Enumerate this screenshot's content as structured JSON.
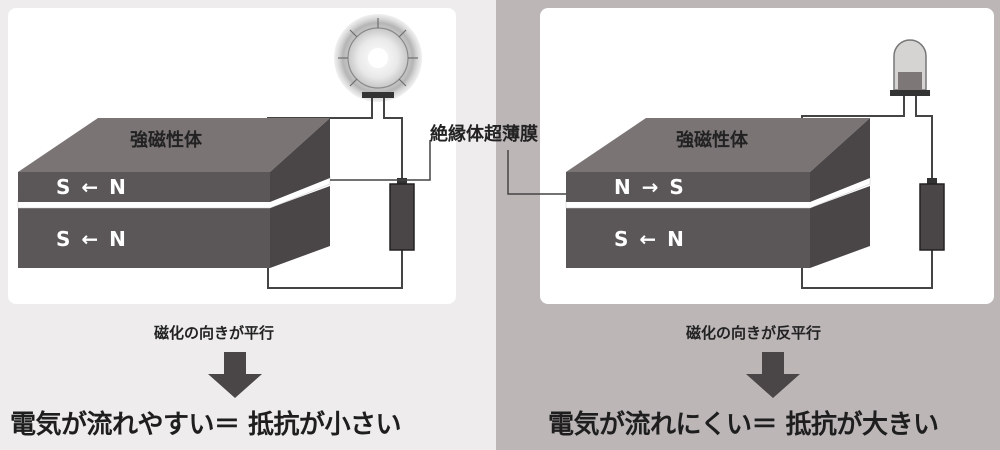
{
  "left_panel": {
    "material_label": "強磁性体",
    "layer_top_label": "S ← N",
    "layer_bottom_label": "S ← N",
    "caption": "磁化の向きが平行",
    "result": "電気が流れやすい＝ 抵抗が小さい",
    "lamp_state": "on"
  },
  "right_panel": {
    "material_label": "強磁性体",
    "layer_top_label": "N → S",
    "layer_bottom_label": "S ← N",
    "caption": "磁化の向きが反平行",
    "result": "電気が流れにくい＝ 抵抗が大きい",
    "lamp_state": "off"
  },
  "center_label": "絶縁体超薄膜",
  "colors": {
    "left_background": "#eeeced",
    "right_background": "#bcb6b7",
    "card": "#ffffff",
    "magnet_top": "#7a7475",
    "magnet_side": "#4a4647",
    "magnet_front": "#5b5657",
    "arrow": "#4a4546"
  }
}
